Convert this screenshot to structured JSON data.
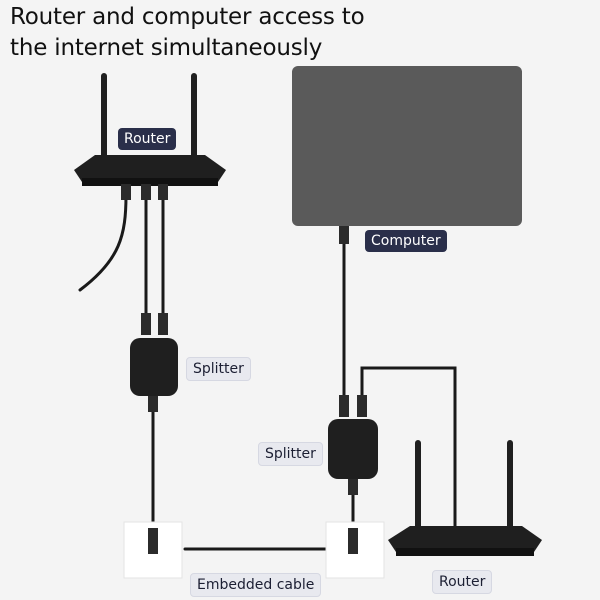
{
  "headline": {
    "line1": "Router and computer access to",
    "line2": "the internet simultaneously"
  },
  "labels": {
    "router_top": "Router",
    "computer": "Computer",
    "splitter_left": "Splitter",
    "splitter_right": "Splitter",
    "embedded_cable": "Embedded cable",
    "router_bottom": "Router"
  },
  "colors": {
    "label_bg": "#2a2f4a",
    "device": "#1f1f1f",
    "computer": "#5a5a5a",
    "cable": "#1a1a1a",
    "wall_plate": "#ffffff"
  }
}
